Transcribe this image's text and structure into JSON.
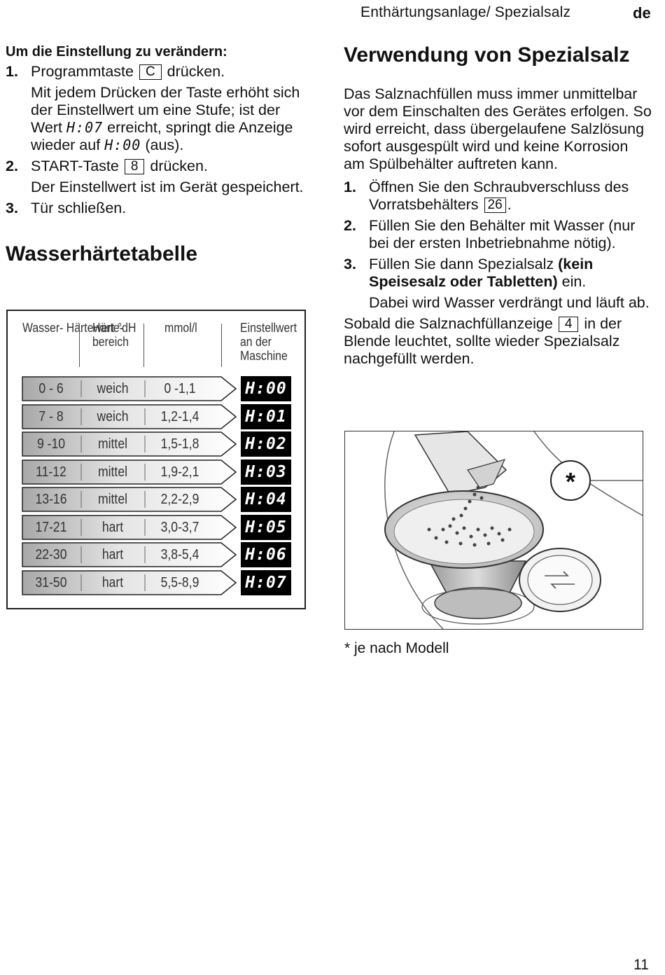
{
  "header": {
    "title": "Enthärtungsanlage/ Spezialsalz",
    "lang": "de"
  },
  "left": {
    "subheading": "Um die Einstellung zu verändern:",
    "steps": [
      {
        "num": "1.",
        "pre": "Programmtaste",
        "key": "C",
        "post": "drücken.",
        "detail_a": "Mit jedem Drücken der Taste erhöht sich der Einstellwert um eine Stufe; ist der Wert",
        "seg1": "H:07",
        "detail_b": "erreicht, springt die Anzeige wieder auf",
        "seg2": "H:00",
        "detail_c": "(aus)."
      },
      {
        "num": "2.",
        "pre": "START-Taste",
        "key": "8",
        "post": "drücken.",
        "detail": "Der Einstellwert ist im Gerät gespeichert."
      },
      {
        "num": "3.",
        "text": "Tür schließen."
      }
    ],
    "table_heading": "Wasserhärtetabelle"
  },
  "table": {
    "headers": {
      "col1": "Wasser- Härtewert °dH",
      "col2": "Härte- bereich",
      "col3": "mmol/l",
      "col4": "Einstellwert an der Maschine"
    },
    "rows": [
      {
        "dh": "0 - 6",
        "range": "weich",
        "mmol": "0 -1,1",
        "setting": "H:00"
      },
      {
        "dh": "7 - 8",
        "range": "weich",
        "mmol": "1,2-1,4",
        "setting": "H:01"
      },
      {
        "dh": "9 -10",
        "range": "mittel",
        "mmol": "1,5-1,8",
        "setting": "H:02"
      },
      {
        "dh": "11-12",
        "range": "mittel",
        "mmol": "1,9-2,1",
        "setting": "H:03"
      },
      {
        "dh": "13-16",
        "range": "mittel",
        "mmol": "2,2-2,9",
        "setting": "H:04"
      },
      {
        "dh": "17-21",
        "range": "hart",
        "mmol": "3,0-3,7",
        "setting": "H:05"
      },
      {
        "dh": "22-30",
        "range": "hart",
        "mmol": "3,8-5,4",
        "setting": "H:06"
      },
      {
        "dh": "31-50",
        "range": "hart",
        "mmol": "5,5-8,9",
        "setting": "H:07"
      }
    ]
  },
  "right": {
    "heading": "Verwendung von Spezialsalz",
    "intro": "Das Salznachfüllen muss immer unmittelbar vor dem Einschalten des Gerätes erfolgen. So wird erreicht, dass übergelaufene Salzlösung sofort ausgespült wird und keine Korrosion am Spülbehälter auftreten kann.",
    "steps": [
      {
        "num": "1.",
        "pre": "Öffnen Sie den Schraubverschluss des Vorratsbehälters",
        "key": "26",
        "post": "."
      },
      {
        "num": "2.",
        "text": "Füllen Sie den Behälter mit Wasser (nur bei der ersten Inbetriebnahme nötig)."
      },
      {
        "num": "3.",
        "pre": "Füllen Sie dann Spezialsalz",
        "bold": "(kein Speisesalz oder Tabletten)",
        "post": "ein.",
        "detail": "Dabei wird Wasser verdrängt und läuft ab."
      }
    ],
    "closing_pre": "Sobald die Salznachfüllanzeige",
    "closing_key": "4",
    "closing_post": "in der Blende leuchtet, sollte wieder Spezialsalz nachgefüllt werden.",
    "illustration_mark": "*",
    "footnote": "* je nach Modell"
  },
  "page_number": "11"
}
